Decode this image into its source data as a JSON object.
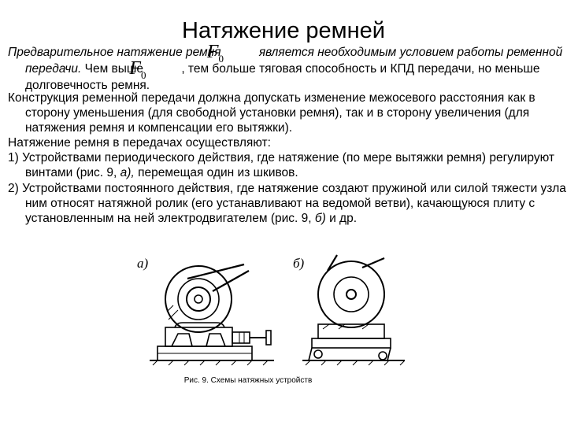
{
  "slide": {
    "title": "Натяжение ремней",
    "p1": {
      "a": "Предварительное натяжение ремня",
      "b": "является необходимым условием работы ременной передачи.",
      "c": "Чем выше",
      "d": ", тем больше тяговая способность и КПД передачи, но меньше долговечность ремня."
    },
    "formula": {
      "symbol": "F",
      "subscript": "0"
    },
    "p2": "Конструкция ременной передачи должна допускать изменение межосевого расстояния как в сторону уменьшения (для свободной установки ремня), так и в сторону увеличения (для натяжения ремня и компенсации его вытяжки).",
    "p3": "Натяжение ремня в передачах осуществляют:",
    "p4": {
      "a": " 1) Устройствами периодического действия, где натяжение (по мере вытяжки ремня) регулируют винтами (рис. 9,",
      "b": "а),",
      "c": "перемещая один из шкивов."
    },
    "p5": {
      "a": "2) Устройствами постоянного действия, где натяжение создают пружиной или силой тяжести узла. К ним относят натяжной ролик (его устанавливают на ведомой ветви), качающуюся плиту с установленным на ней электродвигателем (рис. 9,",
      "b": "б)",
      "c": "и др."
    },
    "figure": {
      "label_a": "а)",
      "label_b": "б)"
    },
    "caption": "Рис. 9. Схемы натяжных устройств"
  }
}
